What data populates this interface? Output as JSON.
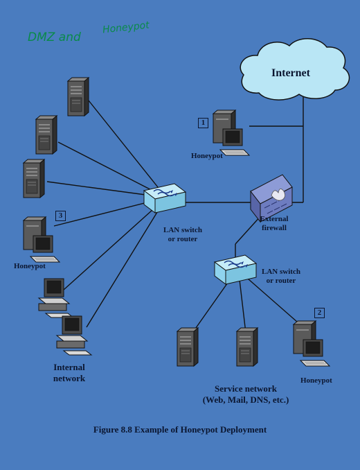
{
  "annotations": {
    "dmz_note": "DMZ and",
    "honeypot_note": "Honeypot"
  },
  "labels": {
    "internet": "Internet",
    "external_firewall_line1": "External",
    "external_firewall_line2": "firewall",
    "lan_switch_line1": "LAN switch",
    "lan_switch_line2": "or router",
    "honeypot": "Honeypot",
    "internal_network_line1": "Internal",
    "internal_network_line2": "network",
    "service_network_line1": "Service network",
    "service_network_line2": "(Web, Mail, DNS, etc.)"
  },
  "markers": [
    "1",
    "2",
    "3"
  ],
  "caption": "Figure 8.8  Example of Honeypot Deployment",
  "colors": {
    "background": "#4a7cbf",
    "cloud": "#b9e6f5",
    "switch": "#8fd3ee",
    "firewall": "#6d7cc0",
    "device_dark": "#3a3a3a",
    "handwriting": "#0a8a4a"
  }
}
